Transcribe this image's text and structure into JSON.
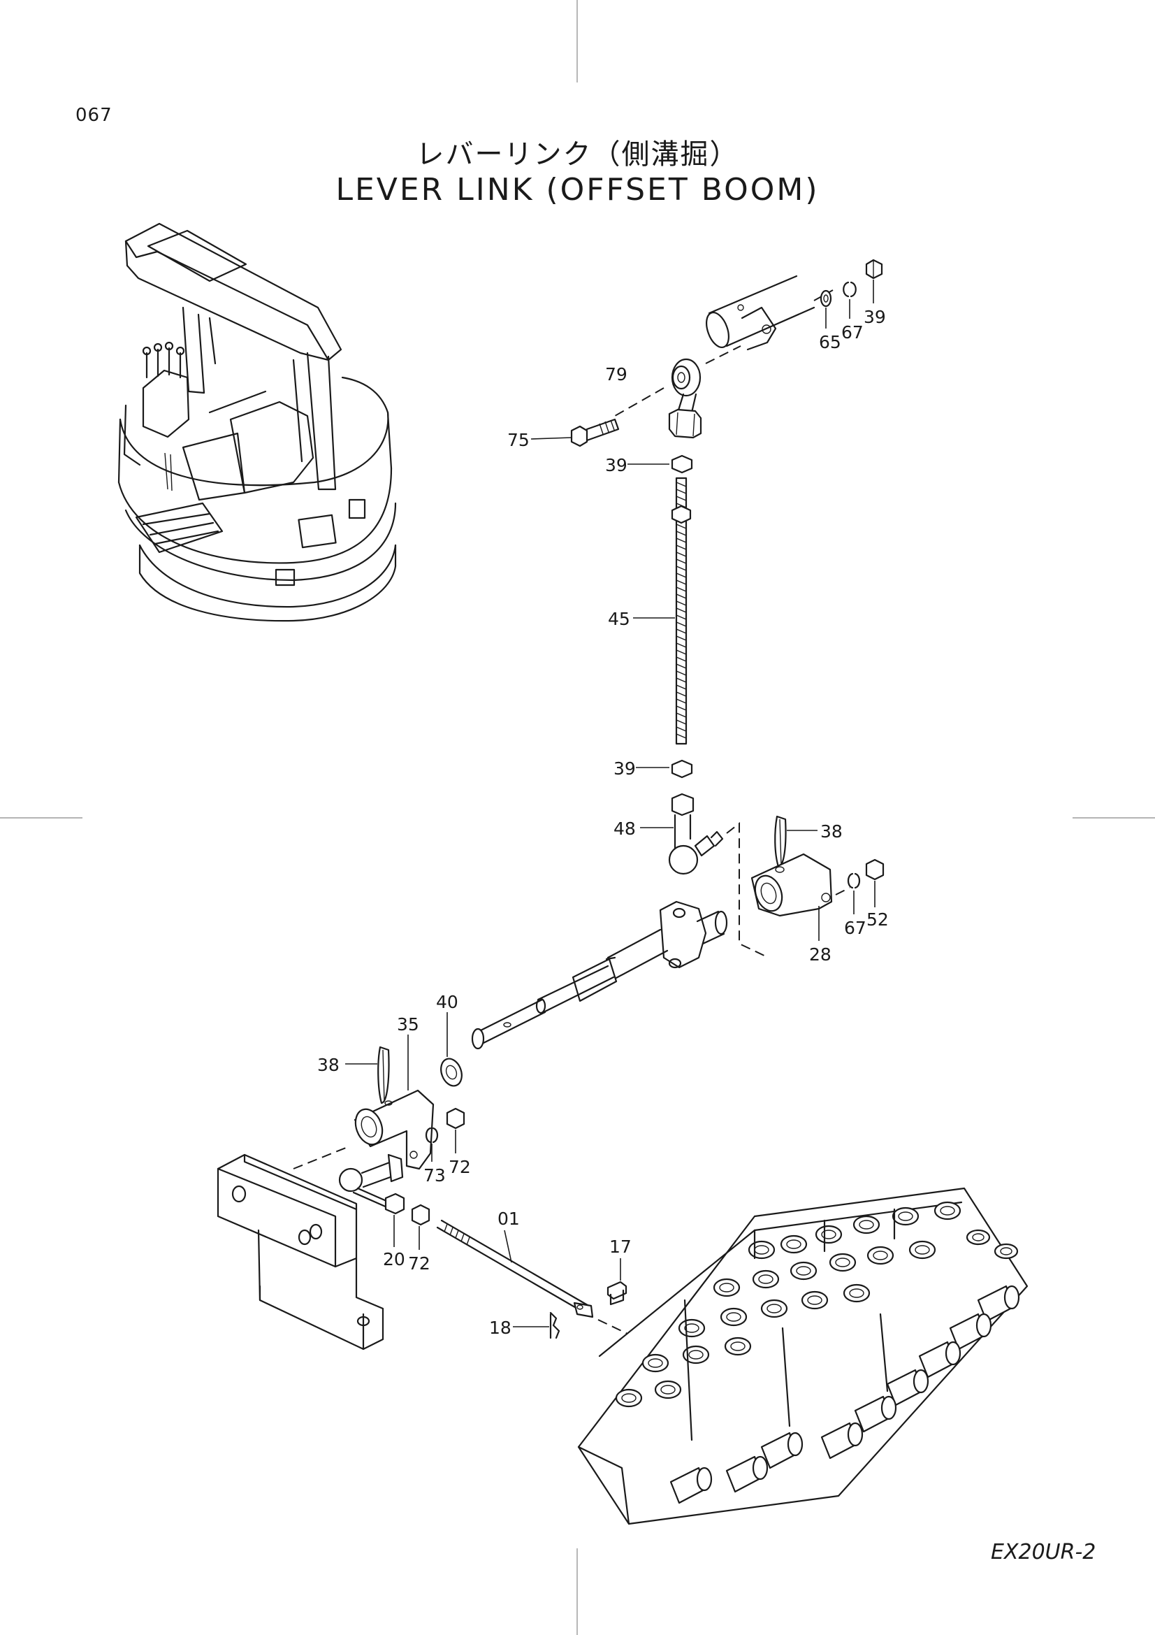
{
  "page_number": "067",
  "title_jp": "レバーリンク（側溝掘）",
  "title_en": "LEVER LINK (OFFSET BOOM)",
  "model": "EX20UR-2",
  "callouts": [
    {
      "id": "c39a",
      "label": "39"
    },
    {
      "id": "c67a",
      "label": "67"
    },
    {
      "id": "c65",
      "label": "65"
    },
    {
      "id": "c79",
      "label": "79"
    },
    {
      "id": "c75",
      "label": "75"
    },
    {
      "id": "c39b",
      "label": "39"
    },
    {
      "id": "c45",
      "label": "45"
    },
    {
      "id": "c39c",
      "label": "39"
    },
    {
      "id": "c48",
      "label": "48"
    },
    {
      "id": "c38a",
      "label": "38"
    },
    {
      "id": "c67b",
      "label": "67"
    },
    {
      "id": "c52",
      "label": "52"
    },
    {
      "id": "c28",
      "label": "28"
    },
    {
      "id": "c40",
      "label": "40"
    },
    {
      "id": "c35",
      "label": "35"
    },
    {
      "id": "c38b",
      "label": "38"
    },
    {
      "id": "c73",
      "label": "73"
    },
    {
      "id": "c72a",
      "label": "72"
    },
    {
      "id": "c20",
      "label": "20"
    },
    {
      "id": "c72b",
      "label": "72"
    },
    {
      "id": "c01",
      "label": "01"
    },
    {
      "id": "c17",
      "label": "17"
    },
    {
      "id": "c18",
      "label": "18"
    }
  ]
}
